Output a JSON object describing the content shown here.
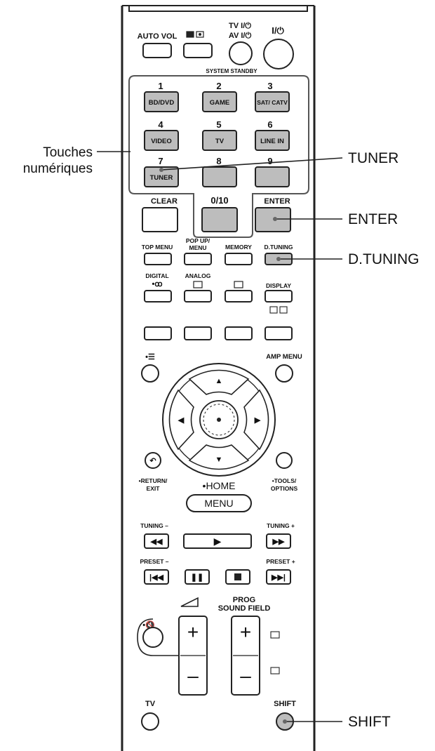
{
  "callouts": {
    "touches_line1": "Touches",
    "touches_line2": "numériques",
    "tuner": "TUNER",
    "enter": "ENTER",
    "d_tuning": "D.TUNING",
    "shift": "SHIFT"
  },
  "top": {
    "auto_vol": "AUTO VOL",
    "tv_power": "TV I/⏻",
    "av_power": "AV I/⏻",
    "main_power": "I/⏻",
    "system_standby": "SYSTEM STANDBY"
  },
  "keypad": {
    "numbers": [
      "1",
      "2",
      "3",
      "4",
      "5",
      "6",
      "7",
      "8",
      "9"
    ],
    "labels": [
      "BD/DVD",
      "GAME",
      "SAT/ CATV",
      "VIDEO",
      "TV",
      "LINE IN",
      "TUNER",
      "",
      ""
    ],
    "clear": "CLEAR",
    "zero": "0/10",
    "enter": "ENTER"
  },
  "row_menu": {
    "top_menu": "TOP MENU",
    "popup_1": "POP UP/",
    "popup_2": "MENU",
    "memory": "MEMORY",
    "d_tuning": "D.TUNING",
    "digital": "DIGITAL",
    "analog": "ANALOG",
    "display": "DISPLAY"
  },
  "nav": {
    "amp_menu": "AMP MENU",
    "return_1": "•RETURN/",
    "return_2": "EXIT",
    "tools_1": "•TOOLS/",
    "tools_2": "OPTIONS",
    "home": "•HOME",
    "menu": "MENU"
  },
  "transport": {
    "tuning_minus": "TUNING –",
    "tuning_plus": "TUNING +",
    "preset_minus": "PRESET –",
    "preset_plus": "PRESET +"
  },
  "volume": {
    "prog": "PROG",
    "sound_field": "SOUND FIELD",
    "plus": "+",
    "minus": "–"
  },
  "bottom": {
    "tv": "TV",
    "shift": "SHIFT"
  }
}
